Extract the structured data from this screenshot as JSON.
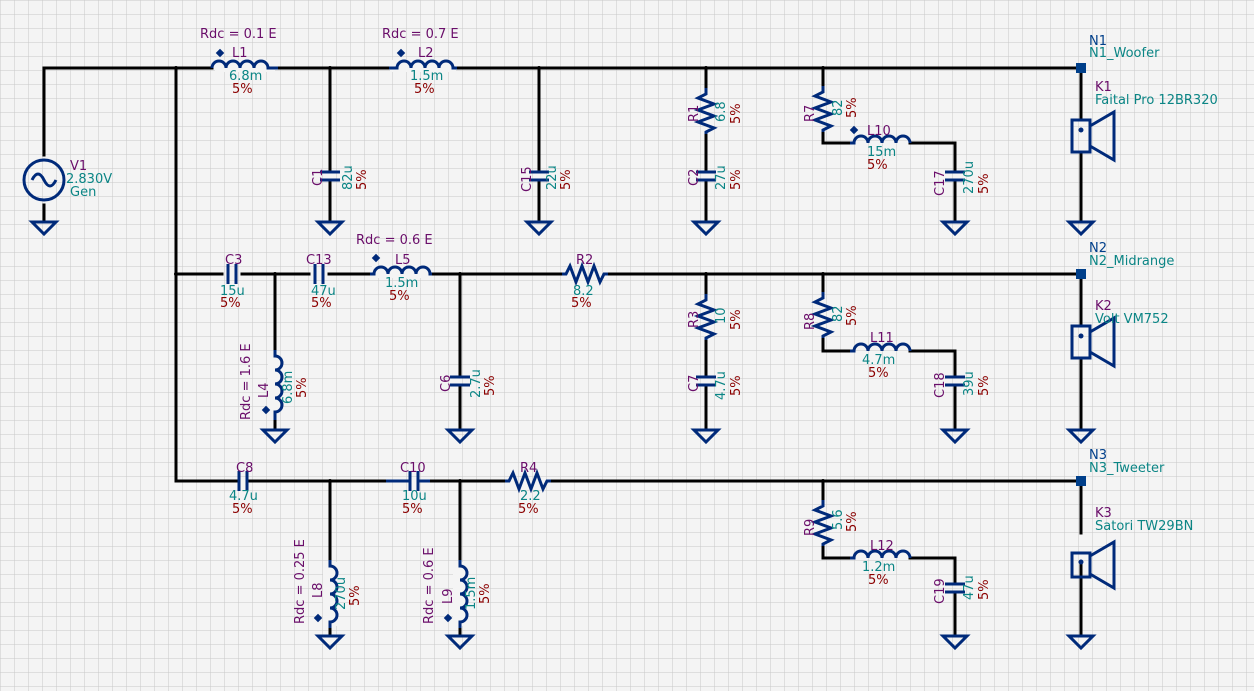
{
  "source": {
    "name": "V1",
    "value": "2.830V",
    "label": "Gen"
  },
  "components": {
    "L1": {
      "name": "L1",
      "value": "6.8m",
      "tol": "5%",
      "rdc": "Rdc = 0.1 E"
    },
    "L2": {
      "name": "L2",
      "value": "1.5m",
      "tol": "5%",
      "rdc": "Rdc = 0.7 E"
    },
    "C1": {
      "name": "C1",
      "value": "82u",
      "tol": "5%"
    },
    "C15": {
      "name": "C15",
      "value": "22u",
      "tol": "5%"
    },
    "R1": {
      "name": "R1",
      "value": "6.8",
      "tol": "5%"
    },
    "C2": {
      "name": "C2",
      "value": "27u",
      "tol": "5%"
    },
    "R7": {
      "name": "R7",
      "value": "82",
      "tol": "5%"
    },
    "L10": {
      "name": "L10",
      "value": "15m",
      "tol": "5%"
    },
    "C17": {
      "name": "C17",
      "value": "270u",
      "tol": "5%"
    },
    "C3": {
      "name": "C3",
      "value": "15u",
      "tol": "5%"
    },
    "C13": {
      "name": "C13",
      "value": "47u",
      "tol": "5%"
    },
    "L5": {
      "name": "L5",
      "value": "1.5m",
      "tol": "5%",
      "rdc": "Rdc = 0.6 E"
    },
    "R2": {
      "name": "R2",
      "value": "8.2",
      "tol": "5%"
    },
    "L4": {
      "name": "L4",
      "value": "6.8m",
      "tol": "5%",
      "rdc": "Rdc = 1.6 E"
    },
    "C6": {
      "name": "C6",
      "value": "2.7u",
      "tol": "5%"
    },
    "R3": {
      "name": "R3",
      "value": "10",
      "tol": "5%"
    },
    "C7": {
      "name": "C7",
      "value": "4.7u",
      "tol": "5%"
    },
    "R8": {
      "name": "R8",
      "value": "82",
      "tol": "5%"
    },
    "L11": {
      "name": "L11",
      "value": "4.7m",
      "tol": "5%"
    },
    "C18": {
      "name": "C18",
      "value": "39u",
      "tol": "5%"
    },
    "C8": {
      "name": "C8",
      "value": "4.7u",
      "tol": "5%"
    },
    "C10": {
      "name": "C10",
      "value": "10u",
      "tol": "5%"
    },
    "R4": {
      "name": "R4",
      "value": "2.2",
      "tol": "5%"
    },
    "L8": {
      "name": "L8",
      "value": "270u",
      "tol": "5%",
      "rdc": "Rdc = 0.25 E"
    },
    "L9": {
      "name": "L9",
      "value": "1.5m",
      "tol": "5%",
      "rdc": "Rdc = 0.6 E"
    },
    "R9": {
      "name": "R9",
      "value": "5.6",
      "tol": "5%"
    },
    "L12": {
      "name": "L12",
      "value": "1.2m",
      "tol": "5%"
    },
    "C19": {
      "name": "C19",
      "value": "47u",
      "tol": "5%"
    }
  },
  "nodes": {
    "N1": {
      "id": "N1",
      "label": "N1_Woofer"
    },
    "N2": {
      "id": "N2",
      "label": "N2_Midrange"
    },
    "N3": {
      "id": "N3",
      "label": "N3_Tweeter"
    }
  },
  "speakers": {
    "K1": {
      "name": "K1",
      "model": "Faital Pro 12BR320"
    },
    "K2": {
      "name": "K2",
      "model": "Volt VM752"
    },
    "K3": {
      "name": "K3",
      "model": "Satori TW29BN"
    }
  },
  "colors": {
    "wire": "#000000",
    "component": "#002a7a",
    "grid": "#c8c8c8",
    "background": "#f4f4f4",
    "ref_label": "#6a0e6a",
    "value_label": "#0b8585",
    "tolerance_label": "#8b0000"
  }
}
